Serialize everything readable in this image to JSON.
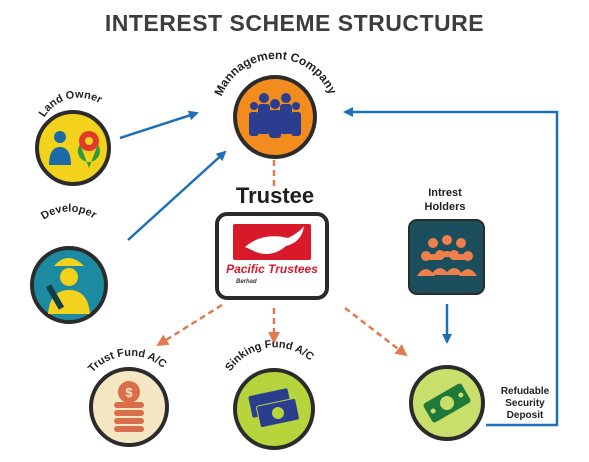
{
  "title": "INTEREST SCHEME STRUCTURE",
  "nodes": {
    "land_owner": "Land Owner",
    "management_company": "Mannagement Company",
    "developer": "Developer",
    "trustee": "Trustee",
    "trustee_logo_brand": "Pacific Trustees",
    "trustee_logo_sub": "Berhad",
    "interest_holders_line1": "Intrest",
    "interest_holders_line2": "Holders",
    "trust_fund": "Trust Fund A/C",
    "sinking_fund": "Sinking Fund A/C",
    "deposit_line1": "Refudable",
    "deposit_line2": "Security",
    "deposit_line3": "Deposit"
  },
  "colors": {
    "circle_fill": "#f2d21a",
    "mgmt_fill": "#f28c1e",
    "teal_fill": "#1c8aa0",
    "dark_ring": "#2b2b2b",
    "blue_arrow": "#1d6fb8",
    "orange_dash": "#e07b50",
    "trustee_red": "#d7192a",
    "holders_bg": "#1c4f5e",
    "holders_icon": "#f07f4e",
    "trust_fund_fill": "#f5e7c4",
    "sinking_fill": "#b6d43c",
    "deposit_fill": "#c8df6c"
  }
}
